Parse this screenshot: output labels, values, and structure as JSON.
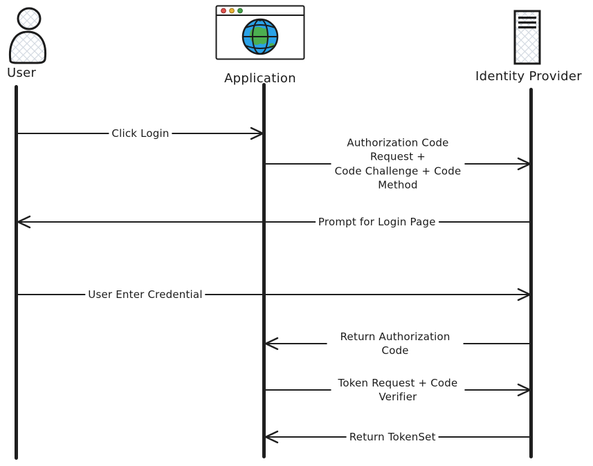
{
  "diagram": {
    "type": "sequence-diagram",
    "actors": [
      {
        "id": "user",
        "label": "User",
        "icon": "person-icon"
      },
      {
        "id": "application",
        "label": "Application",
        "icon": "browser-globe-icon"
      },
      {
        "id": "identity-provider",
        "label": "Identity Provider",
        "icon": "server-icon"
      }
    ],
    "messages": [
      {
        "from": "user",
        "to": "application",
        "direction": "right",
        "label": "Click Login"
      },
      {
        "from": "application",
        "to": "identity-provider",
        "direction": "right",
        "label": "Authorization Code Request +\nCode Challenge + Code Method"
      },
      {
        "from": "identity-provider",
        "to": "user",
        "direction": "left",
        "label": "Prompt for Login Page"
      },
      {
        "from": "user",
        "to": "identity-provider",
        "direction": "right",
        "label": "User Enter Credential"
      },
      {
        "from": "identity-provider",
        "to": "application",
        "direction": "left",
        "label": "Return Authorization Code"
      },
      {
        "from": "application",
        "to": "identity-provider",
        "direction": "right",
        "label": "Token Request + Code Verifier"
      },
      {
        "from": "identity-provider",
        "to": "application",
        "direction": "left",
        "label": "Return TokenSet"
      }
    ],
    "colors": {
      "stroke": "#1b1b1b",
      "globe_blue": "#2aa2e8",
      "globe_green": "#4caf50",
      "traffic_red": "#e0524e",
      "traffic_yellow": "#e8b234",
      "traffic_green": "#43a047",
      "hatch_gray": "#d4dae2"
    }
  }
}
